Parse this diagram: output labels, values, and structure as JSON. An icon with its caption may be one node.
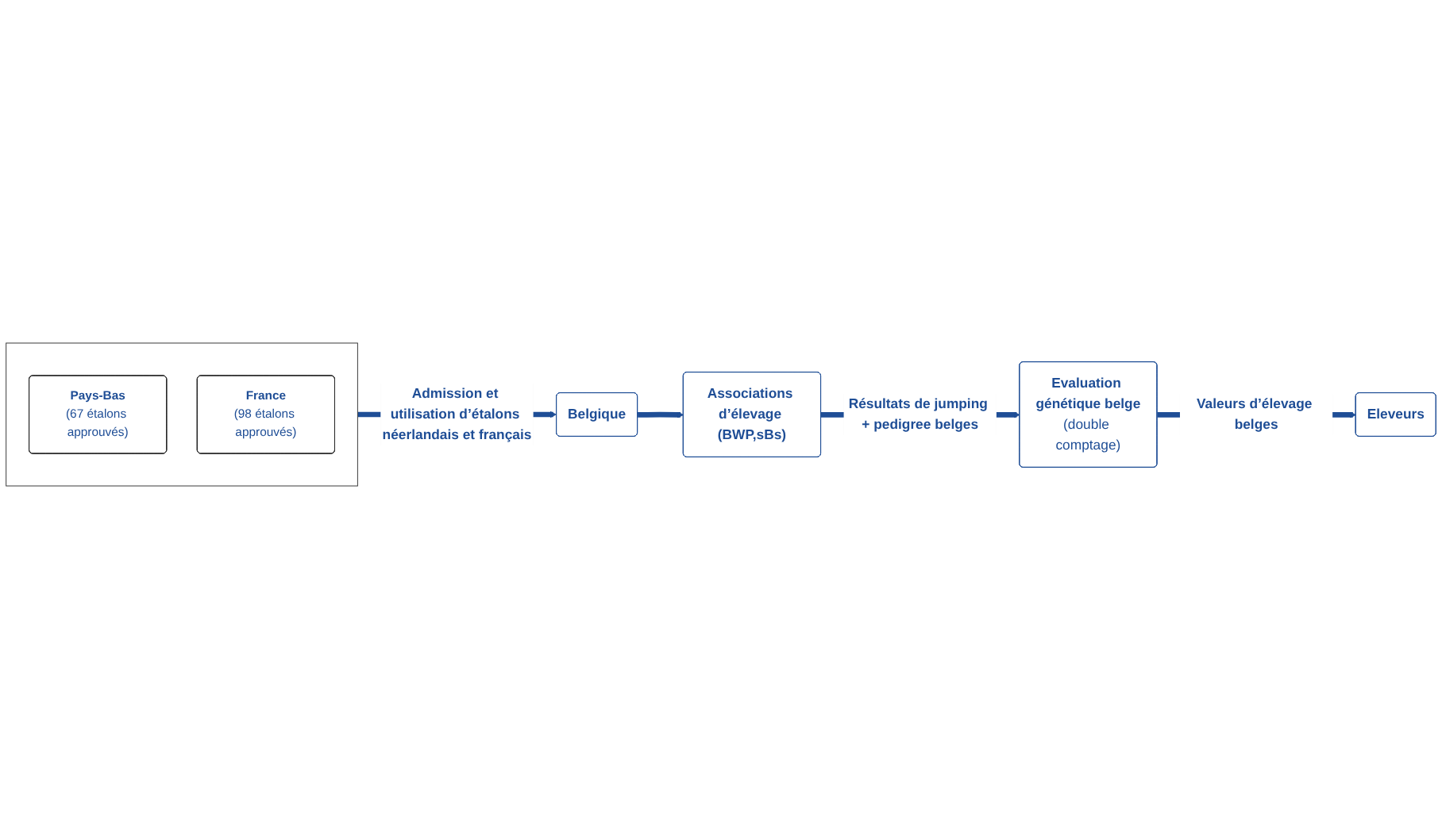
{
  "diagram": {
    "nodes": [
      {
        "text": [],
        "shape": "bracket"
      },
      {
        "text": [
          "Pays-Bas",
          "(67 étalons approuvés)"
        ],
        "in": 0
      },
      {
        "text": [
          "France",
          "(98 étalons approuvés)"
        ],
        "in": 0
      },
      {
        "text": [
          "Belgique"
        ]
      },
      {
        "text": [
          "Associations d’élevage (BWP,sBs)"
        ]
      },
      {
        "text": [
          "Evaluation génétique belge",
          "(double comptage)"
        ]
      },
      {
        "text": [
          "Eleveurs"
        ]
      }
    ],
    "edges": [
      {
        "from": 0,
        "to": 3,
        "arrow": "to",
        "label": "Admission et utilisation d’étalons néerlandais et français"
      },
      {
        "from": 3,
        "to": 4,
        "arrow": "to"
      },
      {
        "from": 4,
        "to": 5,
        "arrow": "to",
        "label": "Résultats de jumping + pedigree belges"
      },
      {
        "from": 5,
        "to": 6,
        "arrow": "to",
        "label": "Valeurs d’élevage belges"
      }
    ]
  }
}
